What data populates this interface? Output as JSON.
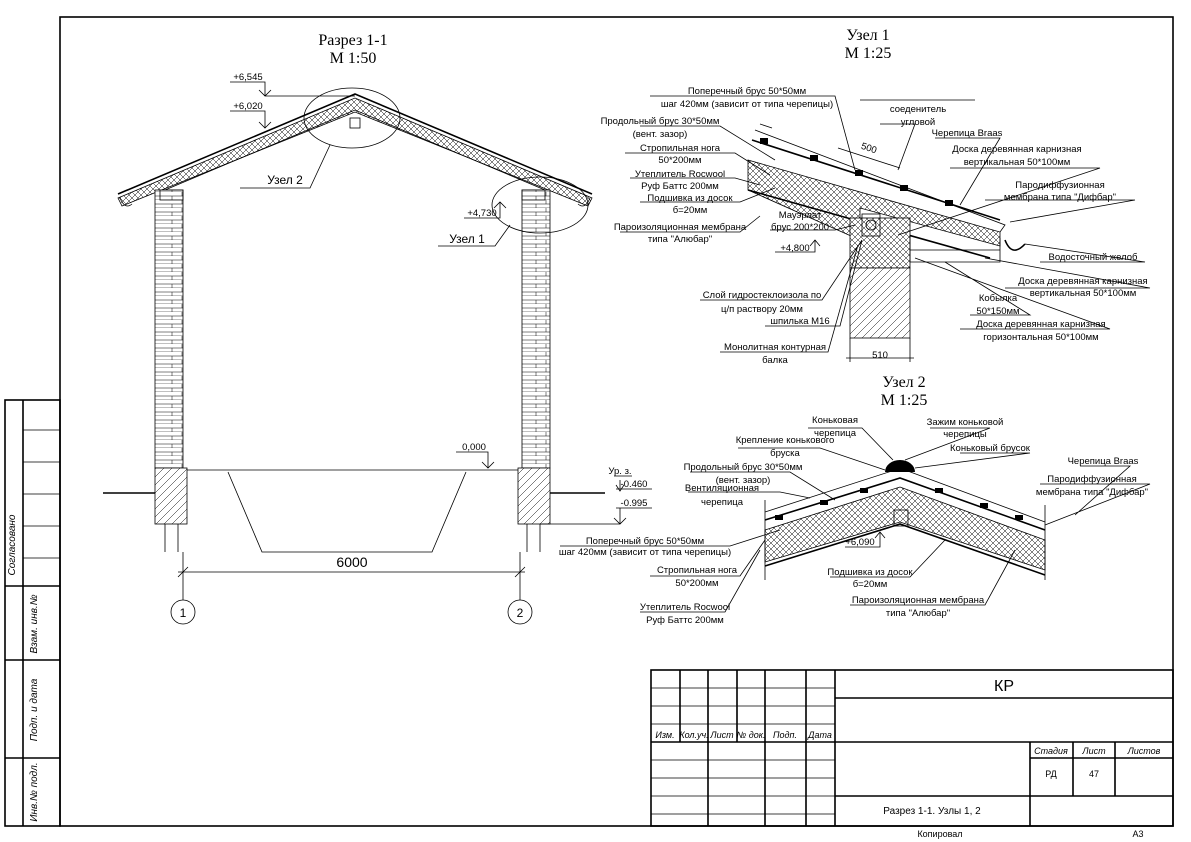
{
  "section": {
    "title": "Разрез 1-1",
    "scale": "М 1:50",
    "elevations": {
      "ridge_top": "+6,545",
      "ridge": "+6,020",
      "eave": "+4,730",
      "zero": "0,000",
      "ground_label": "Ур. з.",
      "ground": "-0.460",
      "foundation": "-0.995"
    },
    "callouts": {
      "node1": "Узел 1",
      "node2": "Узел 2"
    },
    "dimension": "6000",
    "axes": [
      "1",
      "2"
    ]
  },
  "node1": {
    "title": "Узел 1",
    "scale": "М 1:25",
    "labels": {
      "cross_batten_1": "Поперечный брус 50*50мм",
      "cross_batten_2": "шаг 420мм (зависит от типа черепицы)",
      "long_batten_1": "Продольный брус 30*50мм",
      "long_batten_2": "(вент. зазор)",
      "rafter_1": "Стропильная нога",
      "rafter_2": "50*200мм",
      "insulation_1": "Утеплитель Rocwool",
      "insulation_2": "Руф Баттс 200мм",
      "soffit_1": "Подшивка из досок",
      "soffit_2": "б=20мм",
      "vapor_1": "Пароизоляционная мембрана",
      "vapor_2": "типа \"Алюбар\"",
      "mauerlat_1": "Мауэрлат",
      "mauerlat_2": "брус 200*200",
      "elev": "+4,800",
      "connector_1": "соеденитель",
      "connector_2": "угловой",
      "tile": "Черепица Braas",
      "board_v1_1": "Доска деревянная карнизная",
      "board_v1_2": "вертикальная 50*100мм",
      "diff_1": "Пародиффузионная",
      "diff_2": "мембрана типа \"Дифбар\"",
      "gutter": "Водосточный желоб",
      "board_v2_1": "Доска деревянная карнизная",
      "board_v2_2": "вертикальная 50*100мм",
      "kobylka_1": "Кобылка",
      "kobylka_2": "50*150мм",
      "board_h_1": "Доска деревянная карнизная",
      "board_h_2": "горизонтальная 50*100мм",
      "waterproof_1": "Слой гидростеклоизола по",
      "waterproof_2": "ц/п раствору 20мм",
      "stud": "шпилька М16",
      "beam_1": "Монолитная контурная",
      "beam_2": "балка",
      "dim_wall": "510",
      "dim_overhang": "500"
    }
  },
  "node2": {
    "title": "Узел 2",
    "scale": "М 1:25",
    "labels": {
      "ridge_tile_1": "Коньковая",
      "ridge_tile_2": "черепица",
      "clamp_1": "Зажим коньковой",
      "clamp_2": "черепицы",
      "fix_1": "Крепление конькового",
      "fix_2": "бруска",
      "ridge_bar": "Коньковый брусок",
      "long_batten_1": "Продольный брус 30*50мм",
      "long_batten_2": "(вент. зазор)",
      "vent_1": "Вентиляционная",
      "vent_2": "черепица",
      "tile": "Черепица Braas",
      "diff_1": "Пародиффузионная",
      "diff_2": "мембрана типа \"Дифбар\"",
      "elev": "+6,090",
      "cross_batten_1": "Поперечный брус 50*50мм",
      "cross_batten_2": "шаг 420мм (зависит от типа черепицы)",
      "rafter_1": "Стропильная нога",
      "rafter_2": "50*200мм",
      "insulation_1": "Утеплитель Rocwool",
      "insulation_2": "Руф Баттс 200мм",
      "soffit_1": "Подшивка из досок",
      "soffit_2": "б=20мм",
      "vapor_1": "Пароизоляционная мембрана",
      "vapor_2": "типа \"Алюбар\""
    }
  },
  "side_stamp": [
    "Согласовано",
    "Взам. инв.№",
    "Подп. и дата",
    "Инв.№ подл."
  ],
  "title_block": {
    "code": "КР",
    "headers": [
      "Изм.",
      "Кол.уч.",
      "Лист",
      "№ док.",
      "Подп.",
      "Дата"
    ],
    "stage_header": "Стадия",
    "sheet_header": "Лист",
    "sheets_header": "Листов",
    "stage": "РД",
    "sheet": "47",
    "sheets": "",
    "drawing_name": "Разрез 1-1. Узлы 1, 2",
    "copied": "Копировал",
    "format": "А3"
  }
}
